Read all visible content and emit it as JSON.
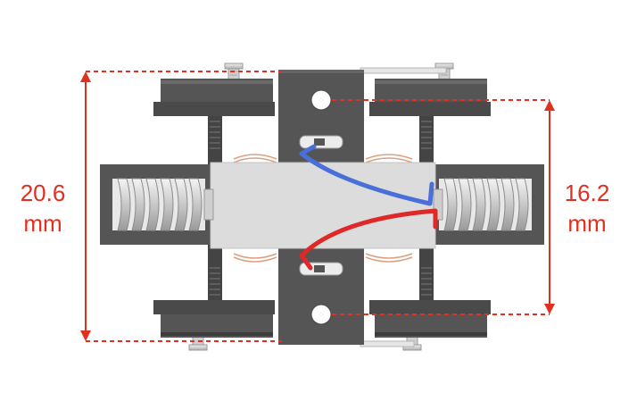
{
  "dimensions": {
    "outer_height": {
      "value": "20.6",
      "unit": "mm"
    },
    "hole_spacing": {
      "value": "16.2",
      "unit": "mm"
    }
  },
  "colors": {
    "dimension": "#e03020",
    "body_dark": "#555555",
    "body_light": "#dcdcdc",
    "wire_blue": "#4a6fd8",
    "wire_red": "#e02828",
    "copper": "#d9a080",
    "worm": "#d8d8d8"
  }
}
